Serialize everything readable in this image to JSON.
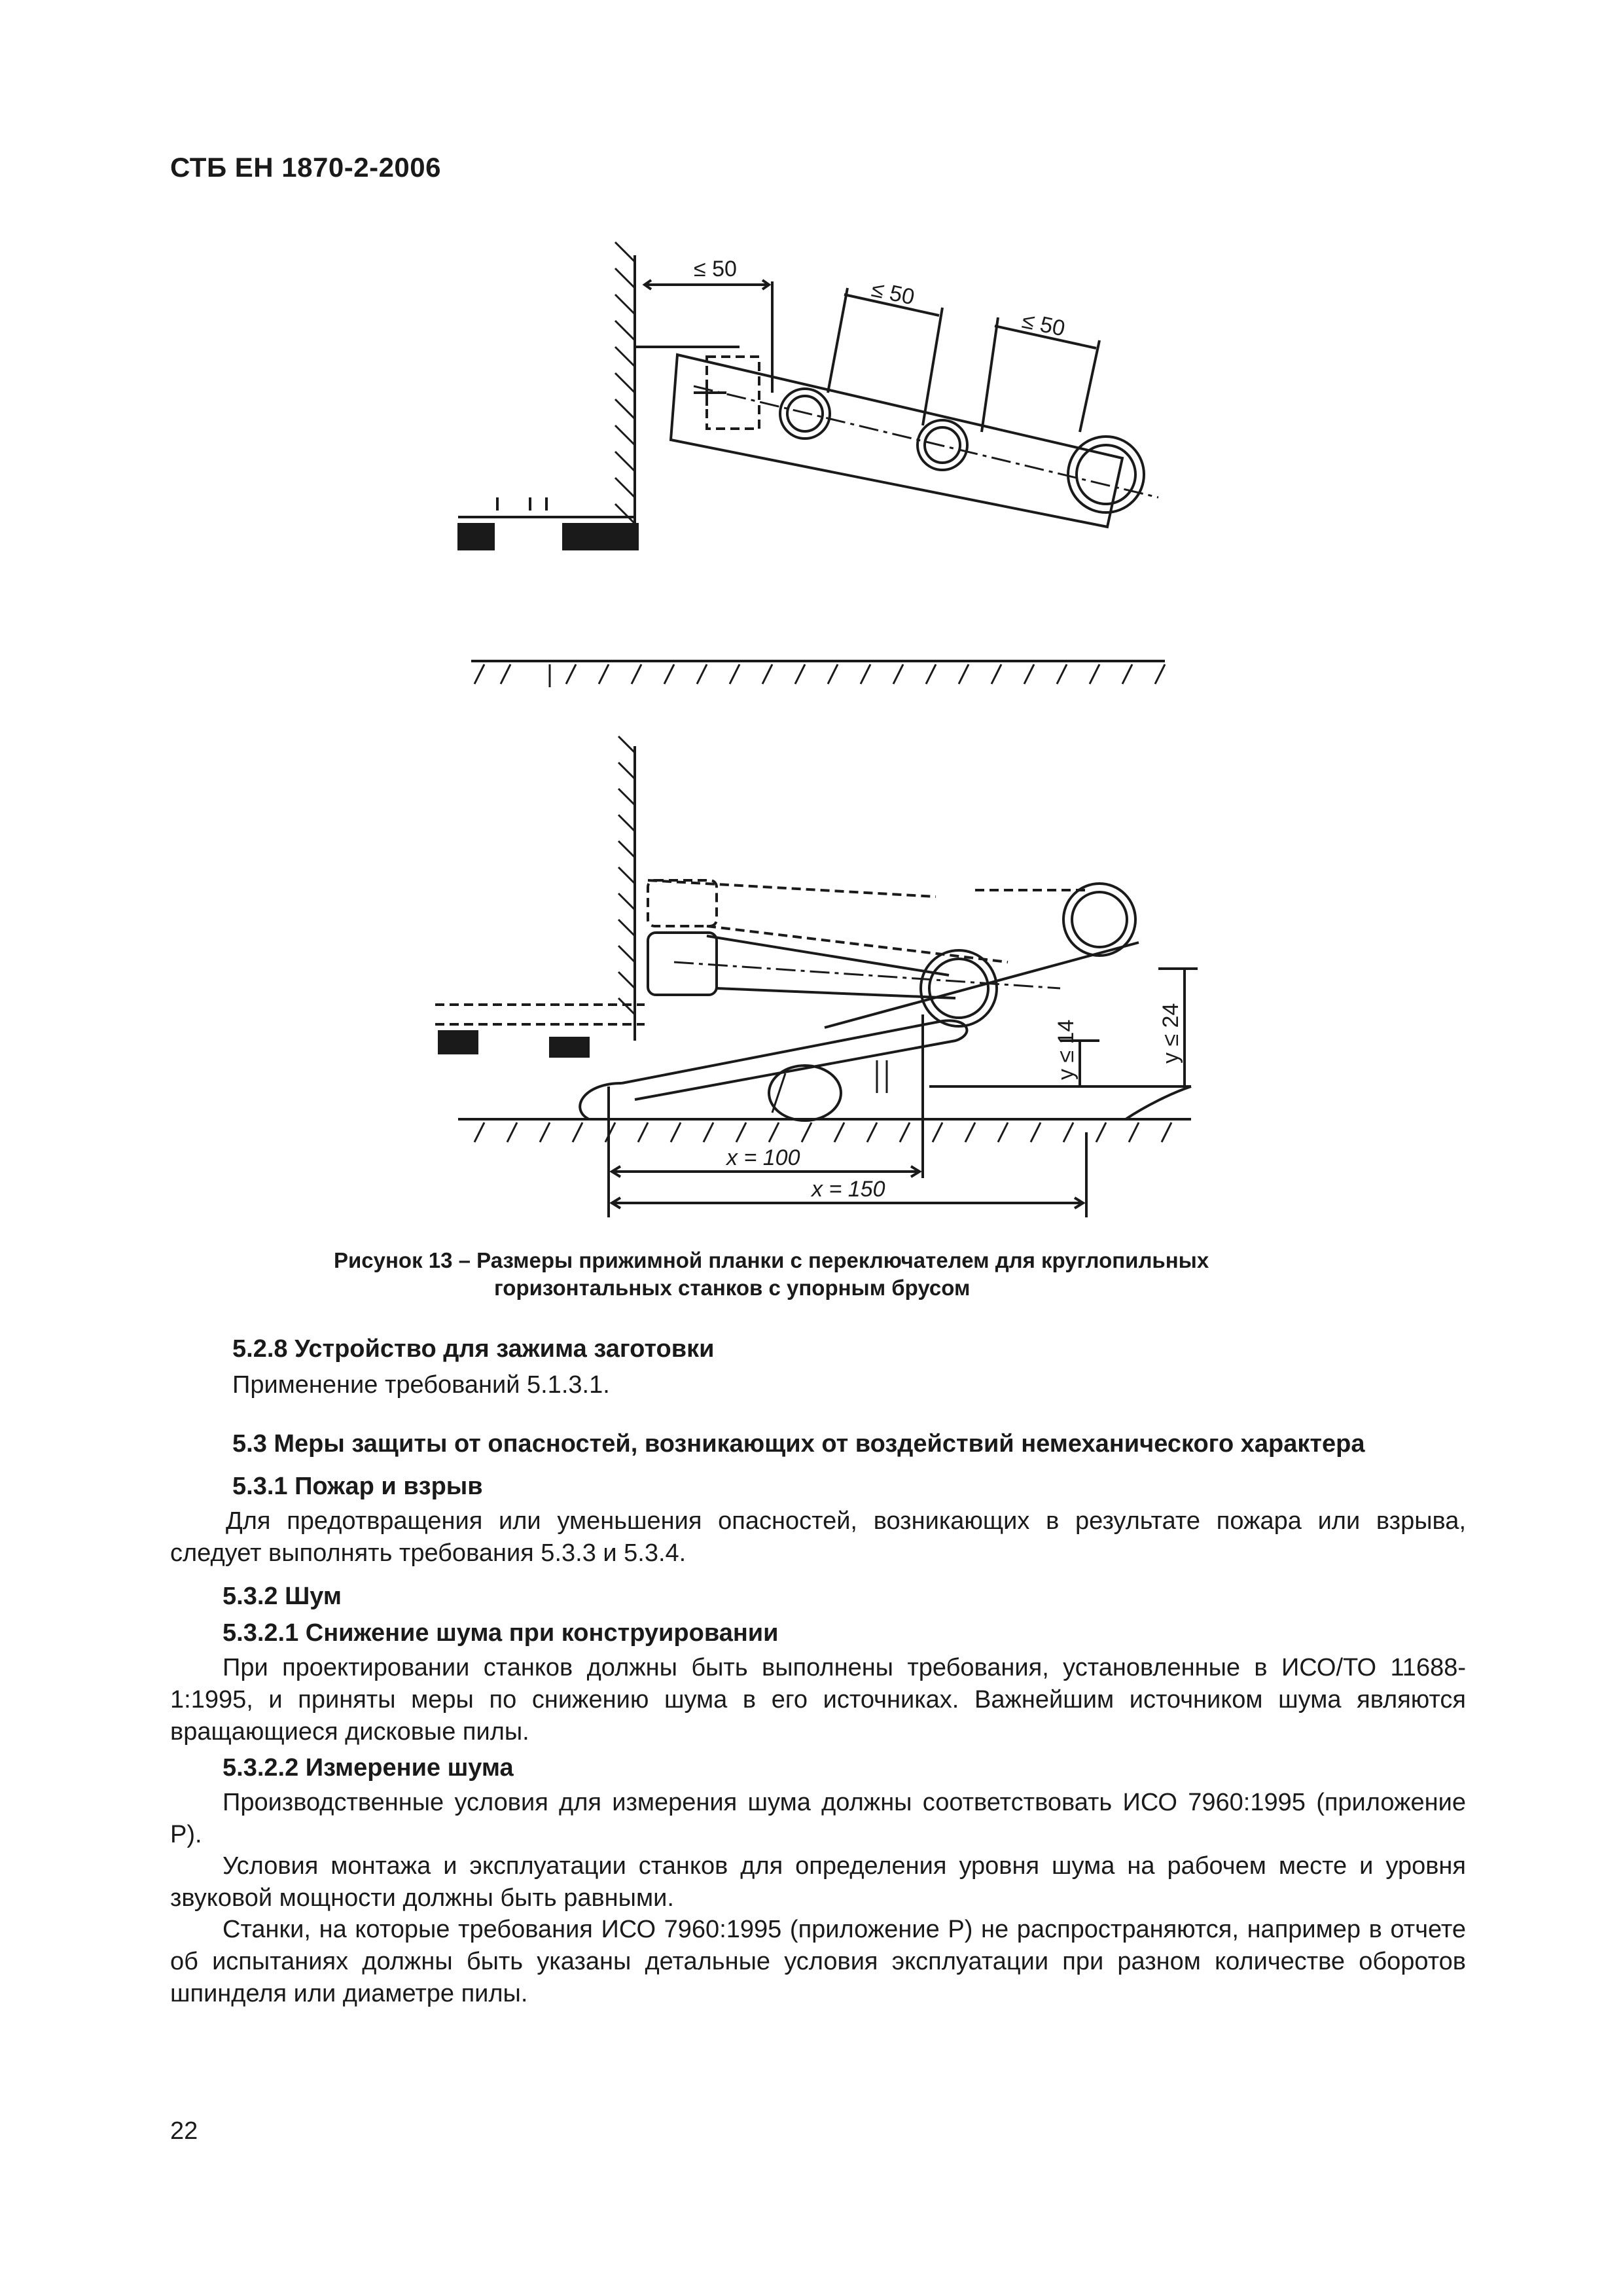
{
  "header": {
    "doc_id": "СТБ ЕН 1870-2-2006"
  },
  "figure": {
    "dims_top": [
      "≤ 50",
      "≤ 50",
      "≤ 50"
    ],
    "dims_bottom": [
      "y ≤ 14",
      "y ≤ 24",
      "x = 100",
      "x = 150"
    ],
    "caption_line1": "Рисунок 13 – Размеры прижимной планки с переключателем для круглопильных",
    "caption_line2": "горизонтальных станков с упорным брусом"
  },
  "sections": {
    "s528_title": "5.2.8 Устройство для зажима заготовки",
    "s528_text": "Применение требований 5.1.3.1.",
    "s53_title": "5.3 Меры защиты от опасностей, возникающих от воздействий немеханического характера",
    "s531_title": "5.3.1 Пожар и взрыв",
    "s531_text": "Для предотвращения или уменьшения опасностей, возникающих в результате пожара или взрыва, следует выполнять требования 5.3.3 и 5.3.4.",
    "s532_title": "5.3.2 Шум",
    "s5321_title": "5.3.2.1 Снижение шума при конструировании",
    "s5321_text": "При проектировании станков должны быть выполнены требования, установленные в ИСО/ТО 11688-1:1995, и приняты меры по снижению шума в его источниках. Важнейшим источником шума являются вращающиеся дисковые пилы.",
    "s5322_title": "5.3.2.2 Измерение шума",
    "s5322_p1": "Производственные условия для измерения шума должны соответствовать ИСО 7960:1995 (приложение Р).",
    "s5322_p2": "Условия монтажа и эксплуатации станков для определения уровня шума на рабочем месте и уровня звуковой мощности должны быть равными.",
    "s5322_p3": "Станки, на которые требования ИСО 7960:1995 (приложение Р) не распространяются, например в отчете об испытаниях должны быть указаны детальные условия эксплуатации при разном количестве оборотов шпинделя или диаметре пилы."
  },
  "footer": {
    "page_number": "22"
  }
}
